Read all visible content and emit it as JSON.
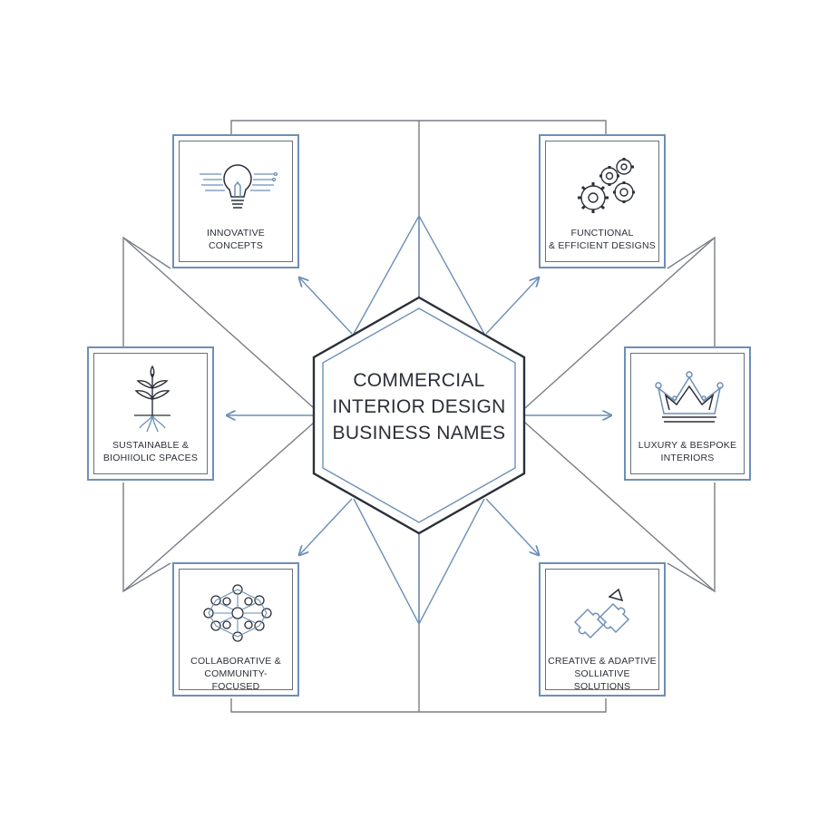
{
  "center": {
    "lines": [
      "COMMERCIAL",
      "INTERIOR DESIGN",
      "BUSINESS NAMES"
    ]
  },
  "nodes": [
    {
      "id": "innovative",
      "icon": "lightbulb-icon",
      "lines": [
        "INNOVATIVE",
        "CONCEPTS"
      ]
    },
    {
      "id": "functional",
      "icon": "gears-icon",
      "lines": [
        "FUNCTIONAL",
        "& EFFICIENT DESIGNS"
      ]
    },
    {
      "id": "sustainable",
      "icon": "plant-icon",
      "lines": [
        "SUSTAINABLE &",
        "BIOHIIOLIC SPACES"
      ]
    },
    {
      "id": "luxury",
      "icon": "crown-icon",
      "lines": [
        "LUXURY & BESPOKE",
        "INTERIORS"
      ]
    },
    {
      "id": "collaborative",
      "icon": "network-icon",
      "lines": [
        "COLLABORATIVE &",
        "COMMUNITY-FOCUSED"
      ]
    },
    {
      "id": "creative",
      "icon": "puzzle-icon",
      "lines": [
        "CREATIVE & ADAPTIVE",
        "SOLLIATIVE SOLUTIONS"
      ]
    }
  ],
  "colors": {
    "accent_blue": "#6d8fb7",
    "line_gray": "#7a7e86",
    "text": "#2b2f38"
  }
}
